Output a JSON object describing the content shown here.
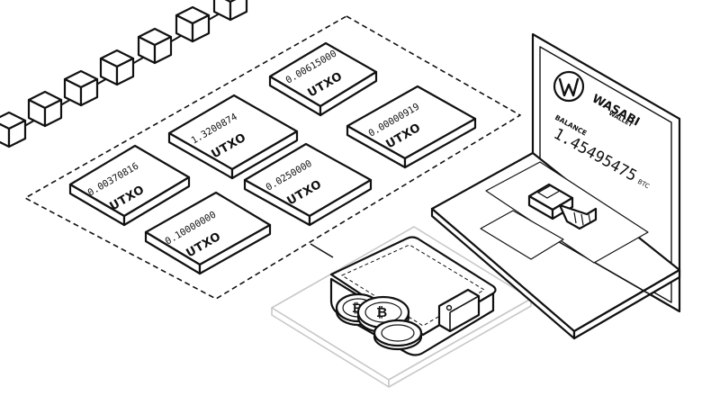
{
  "utxos": [
    {
      "amount": "0.00615000",
      "label": "UTXO"
    },
    {
      "amount": "1.3200874",
      "label": "UTXO"
    },
    {
      "amount": "0.00000919",
      "label": "UTXO"
    },
    {
      "amount": "0.00370816",
      "label": "UTXO"
    },
    {
      "amount": "0.0250000",
      "label": "UTXO"
    },
    {
      "amount": "0.10000000",
      "label": "UTXO"
    }
  ],
  "wallet_screen": {
    "brand_name": "WASABI",
    "brand_sub": "WALLET",
    "balance_label": "BALANCE",
    "balance_value": "1.45495475",
    "balance_unit": "BTC"
  },
  "coin_symbol": "₿",
  "colors": {
    "ink": "#111111",
    "paper": "#ffffff",
    "shadow_gray": "#cccccc"
  }
}
